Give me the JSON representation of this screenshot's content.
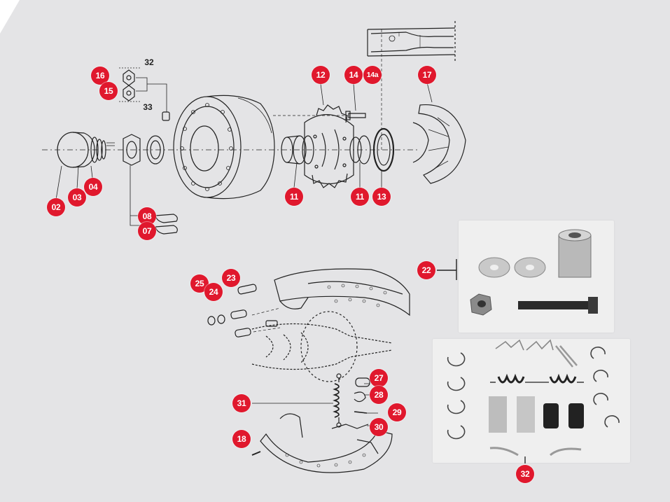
{
  "colors": {
    "background": "#e4e4e6",
    "callout": "#e0182d",
    "callout_text": "#ffffff",
    "line_art": "#222222",
    "photo_panel": "#efefef"
  },
  "plain_labels": {
    "l32": "32",
    "l33": "33"
  },
  "callouts": {
    "c02": "02",
    "c03": "03",
    "c04": "04",
    "c07": "07",
    "c08": "08",
    "c11a": "11",
    "c11b": "11",
    "c12": "12",
    "c13": "13",
    "c14": "14",
    "c14a": "14a",
    "c15": "15",
    "c16": "16",
    "c17": "17",
    "c18": "18",
    "c22": "22",
    "c23": "23",
    "c24": "24",
    "c25": "25",
    "c27": "27",
    "c28": "28",
    "c29": "29",
    "c30": "30",
    "c31": "31",
    "c32": "32"
  }
}
